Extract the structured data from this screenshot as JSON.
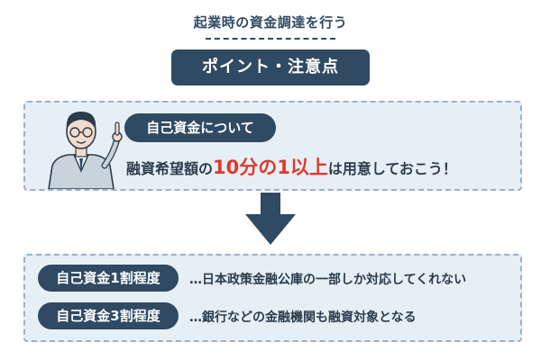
{
  "header": {
    "subtitle": "起業時の資金調達を行う",
    "title": "ポイント・注意点"
  },
  "point": {
    "tag": "自己資金について",
    "text_before": "融資希望額の",
    "highlight": "10分の1以上",
    "text_after": "は用意しておこう！"
  },
  "conditions": [
    {
      "tag": "自己資金1割程度",
      "desc": "…日本政策金融公庫の一部しか対応してくれない"
    },
    {
      "tag": "自己資金3割程度",
      "desc": "…銀行などの金融機関も融資対象となる"
    }
  ],
  "colors": {
    "navy": "#2f4a62",
    "highlight_red": "#e03a2a",
    "panel_bg": "#e7eff6"
  }
}
